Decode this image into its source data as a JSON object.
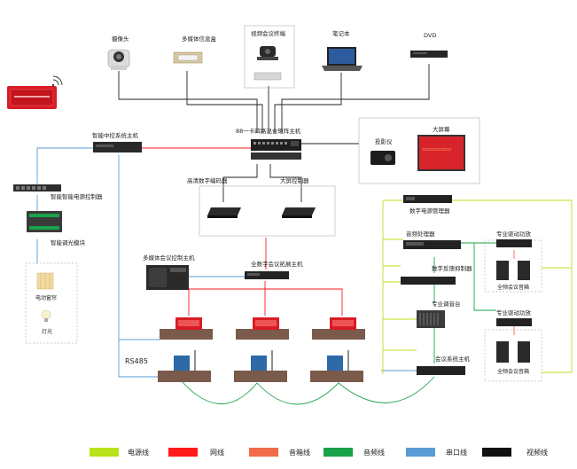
{
  "devices": {
    "camera": "摄像头",
    "media_box": "多媒体信息盒",
    "video_terminal": "视频会议终端",
    "laptop": "笔记本",
    "dvd": "DVD",
    "central_control": "智能中控系统主机",
    "matrix": "88一卡四路混合矩阵主机",
    "projector": "投影仪",
    "big_screen": "大屏幕",
    "power_ctrl": "智能智能电源控制器",
    "dimmer": "智能调光模块",
    "curtain": "电动窗帘",
    "light": "灯光",
    "hd_encoder": "高清数字编码器",
    "screen_ctrl": "大屏控制器",
    "digital_power": "数字电源管理器",
    "audio_processor": "音频处理器",
    "amp_1": "专业驱动功放",
    "speaker_1": "全频会议音箱",
    "feedback": "数字反馈抑制器",
    "mixer": "专业调音台",
    "amp_2": "专业驱动功放",
    "speaker_2": "全频会议音箱",
    "media_ctrl": "多媒体会议控制主机",
    "expansion": "全数字会议拓展主机",
    "conf_system": "会议系统主机",
    "rs485": "RS485"
  },
  "legend": [
    {
      "label": "电源线",
      "color": "#b9e21a"
    },
    {
      "label": "网线",
      "color": "#ff1a1a"
    },
    {
      "label": "音箱线",
      "color": "#f26b4a"
    },
    {
      "label": "音频线",
      "color": "#1aa34a"
    },
    {
      "label": "串口线",
      "color": "#5a9bd5"
    },
    {
      "label": "视频线",
      "color": "#111111"
    }
  ]
}
